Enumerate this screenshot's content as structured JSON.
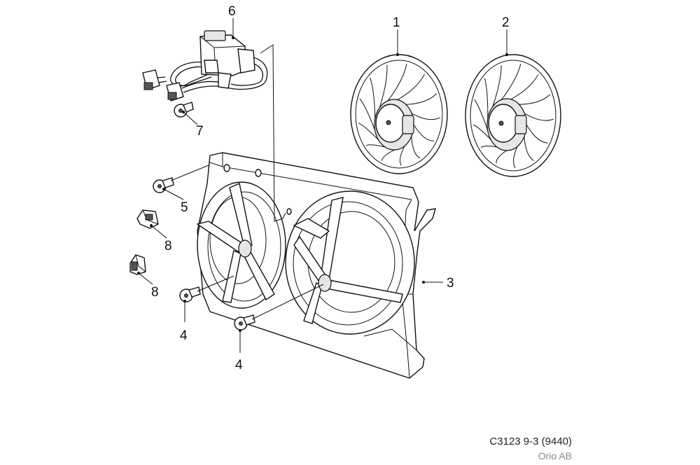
{
  "diagram": {
    "callouts": [
      {
        "id": "fan-1",
        "label": "1"
      },
      {
        "id": "fan-2",
        "label": "2"
      },
      {
        "id": "shroud",
        "label": "3"
      },
      {
        "id": "screw-lower-left",
        "label": "4"
      },
      {
        "id": "screw-lower-mid",
        "label": "4"
      },
      {
        "id": "screw-upper",
        "label": "5"
      },
      {
        "id": "control-module",
        "label": "6"
      },
      {
        "id": "screw-module",
        "label": "7"
      },
      {
        "id": "clip-upper",
        "label": "8"
      },
      {
        "id": "clip-lower",
        "label": "8"
      }
    ],
    "caption": {
      "code": "C3123 9-3 (9440)",
      "organization": "Orio AB"
    }
  }
}
